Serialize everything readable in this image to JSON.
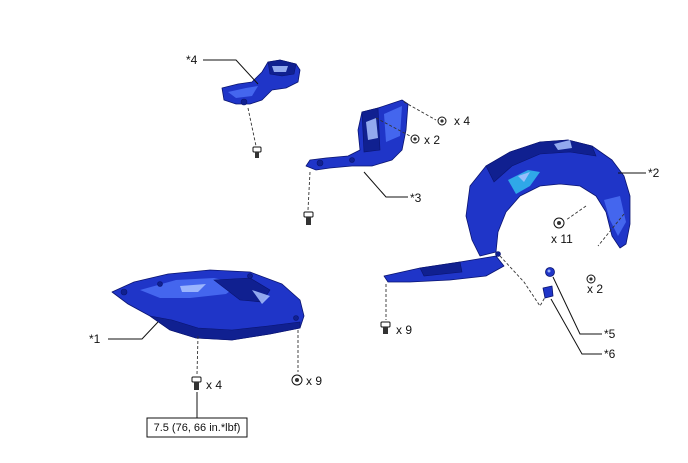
{
  "callouts": {
    "c1": "*1",
    "c2": "*2",
    "c3": "*3",
    "c4": "*4",
    "c5": "*5",
    "c6": "*6"
  },
  "quantities": {
    "q_bracket_bolt": "x 4",
    "q_bracket_screw": "x 2",
    "q_liner_clip": "x 11",
    "q_liner_screw": "x 2",
    "q_liner_bottom": "x 9",
    "q_cover_clip": "x 4",
    "q_cover_bolt": "x 9"
  },
  "torque": {
    "value": "7.5 (76, 66 in.*lbf)"
  },
  "colors": {
    "part_blue": "#1f35c8",
    "outline": "#111111"
  }
}
